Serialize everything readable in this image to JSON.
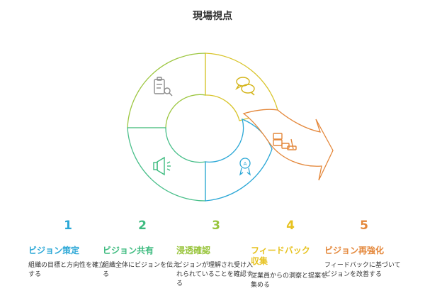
{
  "title": "現場視点",
  "colors": {
    "step1": "#2aa7d6",
    "step2": "#3dbb7f",
    "step3": "#98c43b",
    "step4": "#e7c21f",
    "step5": "#e4873a"
  },
  "steps": [
    {
      "number": "1",
      "title": "ビジョン策定",
      "description": "組織の目標と方向性を確立する",
      "icon": "megaphone-icon"
    },
    {
      "number": "2",
      "title": "ビジョン共有",
      "description": "組織全体にビジョンを伝える",
      "icon": "clipboard-search-icon"
    },
    {
      "number": "3",
      "title": "浸透確認",
      "description": "ビジョンが理解され受け入れられていることを確認する",
      "icon": "chat-bubbles-icon"
    },
    {
      "number": "4",
      "title": "フィードバック\n収集",
      "description": "従業員からの洞察と提案を集める",
      "icon": "gavel-blocks-icon"
    },
    {
      "number": "5",
      "title": "ビジョン再強化",
      "description": "フィードバックに基づいてビジョンを改善する",
      "icon": "award-icon"
    }
  ]
}
